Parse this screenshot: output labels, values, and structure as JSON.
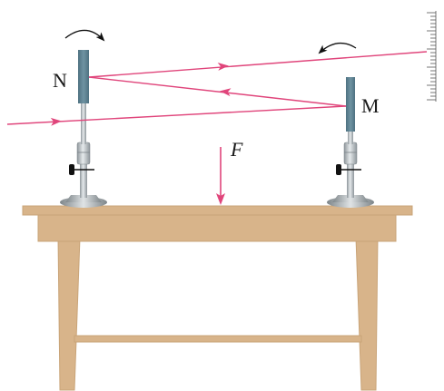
{
  "labels": {
    "mirror_n": "N",
    "mirror_m": "M",
    "force": "F"
  },
  "colors": {
    "light_ray": "#e0457b",
    "force_arrow": "#e0457b",
    "table_wood": "#d8b48a",
    "table_wood_dark": "#c9a478",
    "mirror_blue": "#5a7e8e",
    "stand_metal": "#b9c0c4",
    "outline": "#222222"
  },
  "icons": {
    "rotation_indicator": "curved-arrow-icon",
    "scale": "ruler-scale-icon",
    "knob": "screw-knob-icon"
  }
}
